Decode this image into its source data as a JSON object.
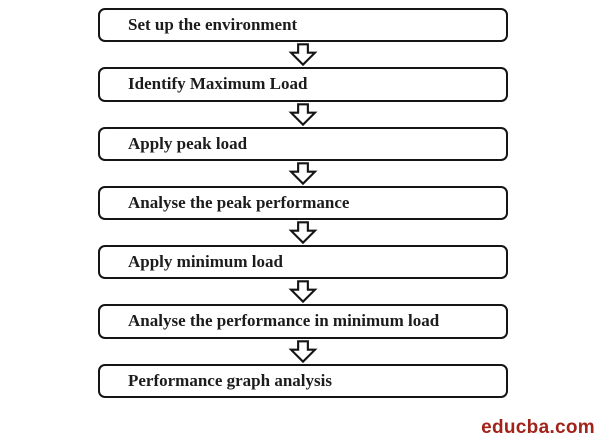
{
  "diagram": {
    "type": "flowchart",
    "direction": "top-down",
    "steps": [
      {
        "label": "Set up the environment"
      },
      {
        "label": "Identify Maximum Load"
      },
      {
        "label": "Apply peak load"
      },
      {
        "label": "Analyse the peak performance"
      },
      {
        "label": "Apply minimum load"
      },
      {
        "label": "Analyse the performance in minimum load"
      },
      {
        "label": "Performance graph analysis"
      }
    ],
    "box_border_color": "#151515",
    "box_fill_color": "#ffffff",
    "text_color": "#1c1c1c"
  },
  "watermark": {
    "text": "educba.com",
    "color": "#a1241b"
  }
}
